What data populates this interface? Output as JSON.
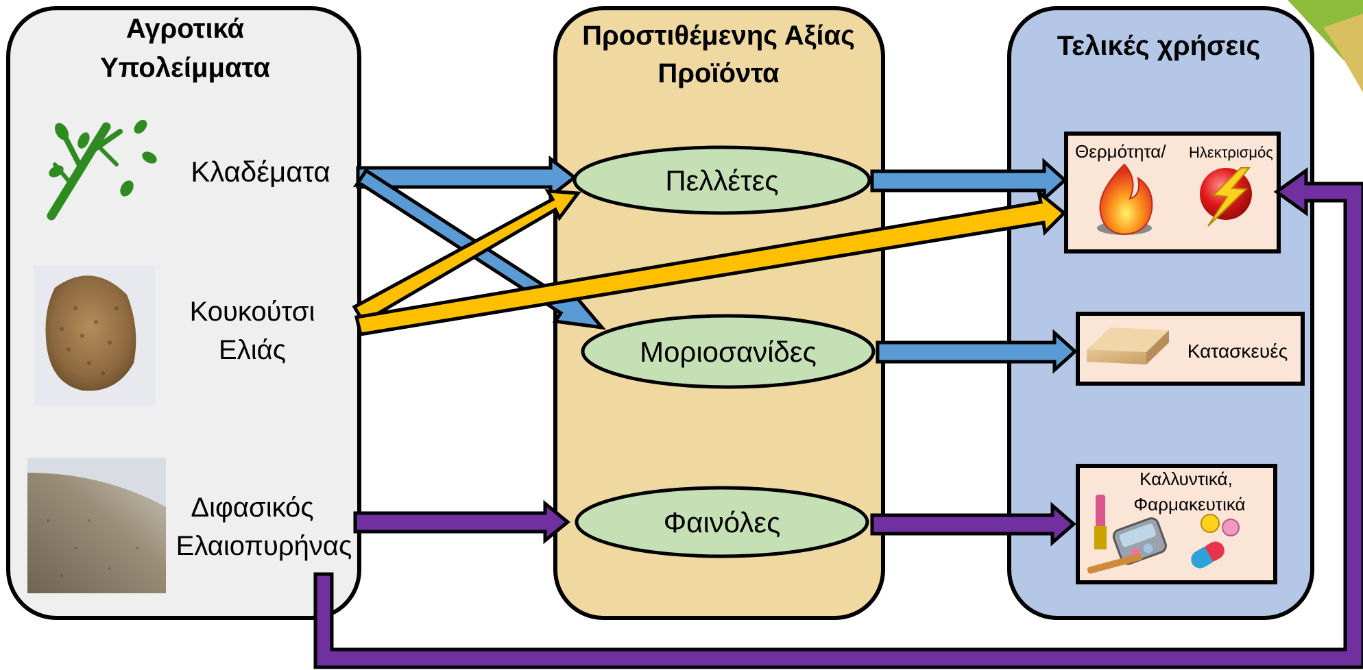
{
  "columns": {
    "residues": {
      "title_line1": "Αγροτικά",
      "title_line2": "Υπολείμματα"
    },
    "products": {
      "title_line1": "Προστιθέμενης Αξίας",
      "title_line2": "Προϊόντα"
    },
    "uses": {
      "title": "Τελικές χρήσεις"
    }
  },
  "residues": {
    "prunings": "Κλαδέματα",
    "olive_stone_line1": "Κουκούτσι",
    "olive_stone_line2": "Ελιάς",
    "pomace_line1": "Διφασικός",
    "pomace_line2": "Ελαιοπυρήνας"
  },
  "products": {
    "pellets": "Πελλέτες",
    "particleboard": "Μοριοσανίδες",
    "phenols": "Φαινόλες"
  },
  "uses": {
    "heat_label": "Θερμότητα/",
    "electricity_label": "Ηλεκτρισμός",
    "construction_label": "Κατασκευές",
    "cosmetics_line1": "Καλλυντικά,",
    "cosmetics_line2": "Φαρμακευτικά"
  },
  "colors": {
    "blue_arrow": "#5b9bd5",
    "yellow_arrow": "#ffc000",
    "purple_arrow": "#7030a0",
    "residues_panel": "#efefef",
    "products_panel": "#efd9a1",
    "uses_panel": "#b4c7e7",
    "product_ellipse": "#c5e0b4",
    "use_box": "#fbe5d6",
    "corner_accent": "#8cbc3a"
  },
  "icons": {
    "prunings": "branch-icon",
    "olive_stone": "olive-stone-photo",
    "pomace": "pomace-pile-photo",
    "heat": "fire-icon",
    "electricity": "lightning-icon",
    "construction": "board-icon",
    "cosmetics": "makeup-icon",
    "pharma": "pills-icon"
  }
}
